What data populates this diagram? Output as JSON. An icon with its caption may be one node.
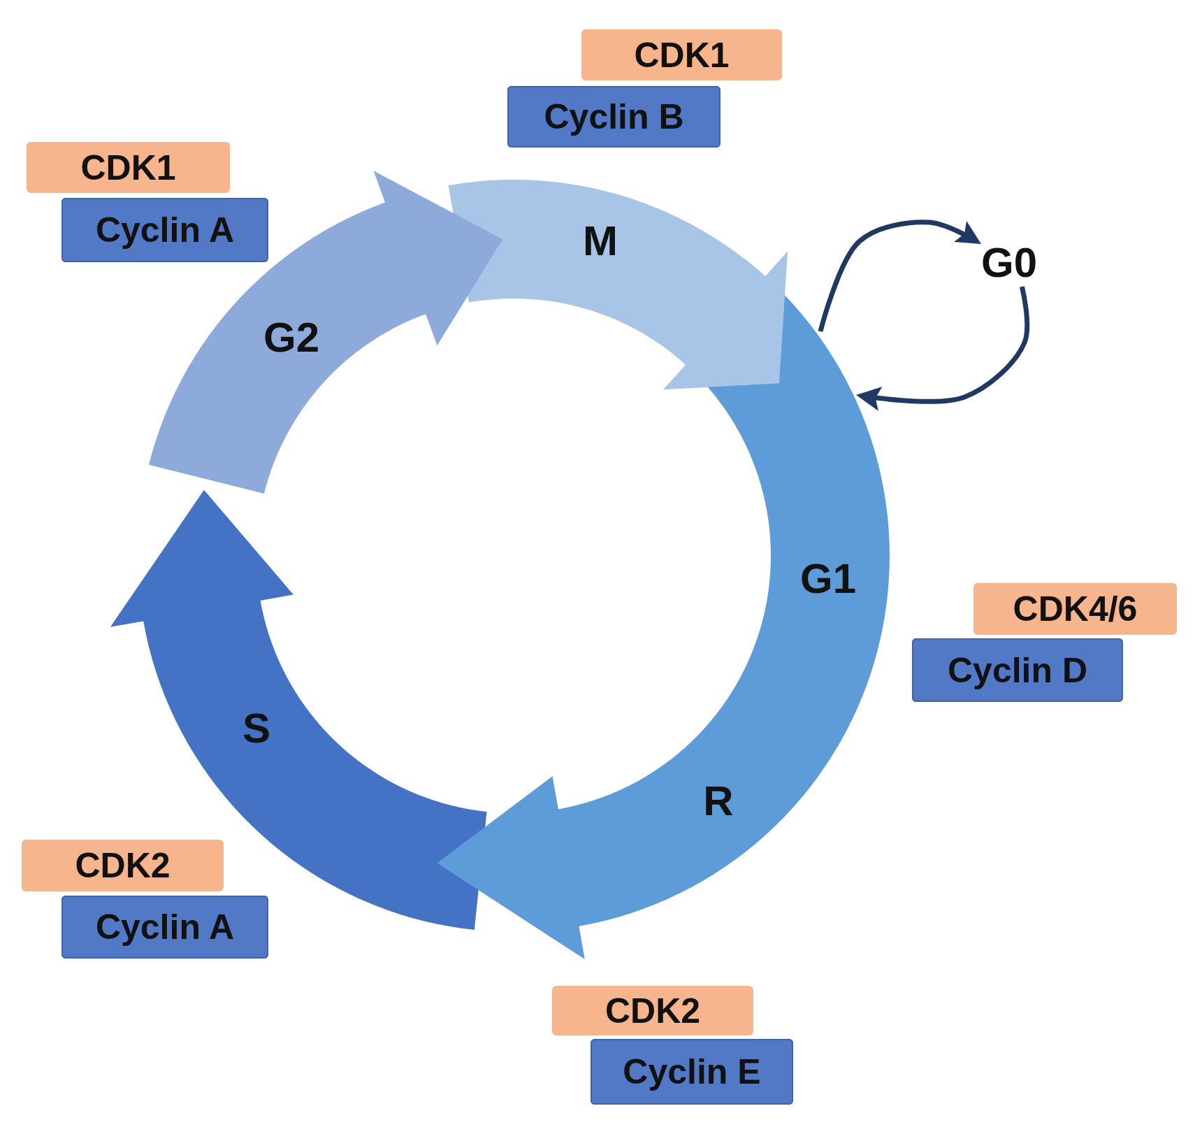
{
  "diagram": {
    "nodes": [
      {
        "text": [
          "M"
        ]
      },
      {
        "text": [
          "G1"
        ]
      },
      {
        "text": [
          "R"
        ]
      },
      {
        "text": [
          "S"
        ]
      },
      {
        "text": [
          "G2"
        ]
      },
      {
        "text": [
          "G0"
        ]
      },
      {
        "text": [
          "CDK1"
        ]
      },
      {
        "text": [
          "Cyclin B"
        ]
      },
      {
        "text": [
          "CDK1"
        ]
      },
      {
        "text": [
          "Cyclin A"
        ]
      },
      {
        "text": [
          "CDK4/6"
        ]
      },
      {
        "text": [
          "Cyclin D"
        ]
      },
      {
        "text": [
          "CDK2"
        ]
      },
      {
        "text": [
          "Cyclin A"
        ]
      },
      {
        "text": [
          "CDK2"
        ]
      },
      {
        "text": [
          "Cyclin E"
        ]
      }
    ],
    "edges": [
      {
        "from": null,
        "to": 5,
        "arrow": "to"
      },
      {
        "from": 5,
        "to": null,
        "arrow": "to"
      }
    ]
  }
}
